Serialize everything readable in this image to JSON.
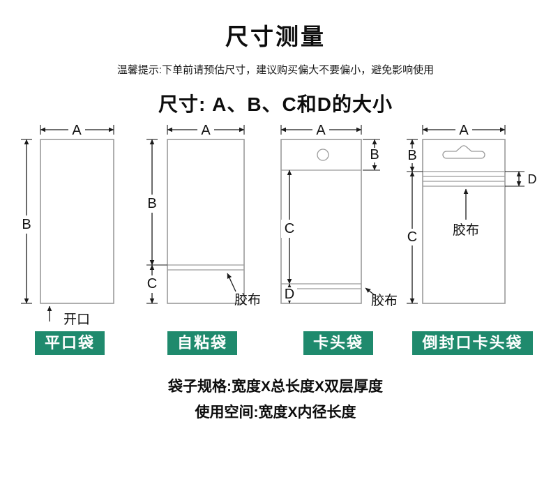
{
  "title": "尺寸测量",
  "tip": "温馨提示:下单前请预估尺寸，建议购买偏大不要偏小，避免影响使用",
  "section_title": "尺寸: A、B、C和D的大小",
  "dims": {
    "a": "A",
    "b": "B",
    "c": "C",
    "d": "D"
  },
  "labels": {
    "opening": "开口",
    "tape": "胶布"
  },
  "bags": [
    {
      "name": "平口袋"
    },
    {
      "name": "自粘袋"
    },
    {
      "name": "卡头袋"
    },
    {
      "name": "倒封口卡头袋"
    }
  ],
  "specs": {
    "line1": "袋子规格:宽度X总长度X双层厚度",
    "line2": "使用空间:宽度X内径长度"
  },
  "colors": {
    "badge_background": "#1f8a6d",
    "badge_text": "#ffffff",
    "bag_outline": "#9a9a9a",
    "dimension_line": "#1a1a1a",
    "background": "#ffffff"
  }
}
